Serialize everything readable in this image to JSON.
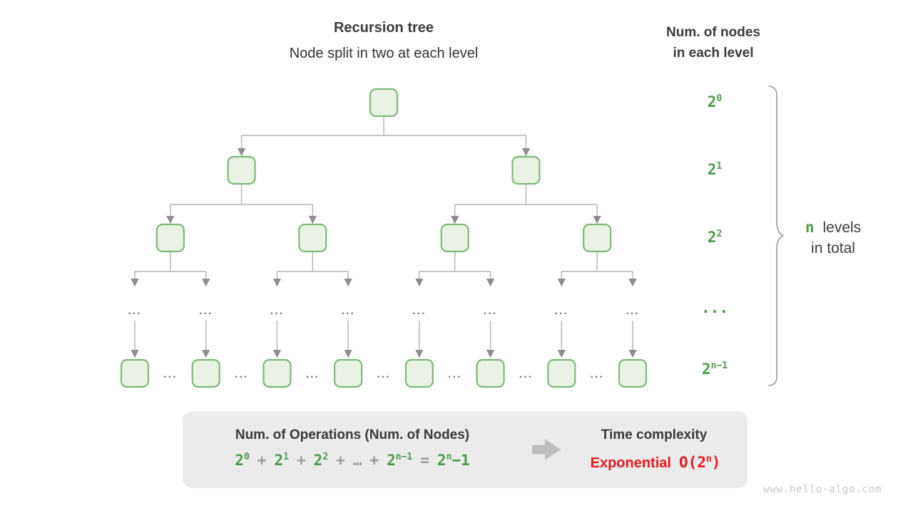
{
  "header": {
    "title": "Recursion tree",
    "subtitle": "Node split in two at each level"
  },
  "right_column": {
    "header_line1": "Num. of nodes",
    "header_line2": "in each level",
    "labels": [
      {
        "base": "2",
        "exp": "0"
      },
      {
        "base": "2",
        "exp": "1"
      },
      {
        "base": "2",
        "exp": "2"
      },
      {
        "base": "...",
        "exp": ""
      },
      {
        "base": "2",
        "exp": "n−1"
      }
    ]
  },
  "brace_note": {
    "highlight": "n",
    "line1_rest": "levels",
    "line2": "in total"
  },
  "tree": {
    "ellipsis": "...",
    "level_node_counts": [
      1,
      2,
      4,
      8
    ]
  },
  "summary_box": {
    "left_title": "Num. of Operations (Num. of Nodes)",
    "formula": [
      {
        "text": "2",
        "sup": "0",
        "color": "green"
      },
      {
        "text": "+",
        "color": "gray"
      },
      {
        "text": "2",
        "sup": "1",
        "color": "green"
      },
      {
        "text": "+",
        "color": "gray"
      },
      {
        "text": "2",
        "sup": "2",
        "color": "green"
      },
      {
        "text": "+",
        "color": "gray"
      },
      {
        "text": "…",
        "color": "gray"
      },
      {
        "text": "+",
        "color": "gray"
      },
      {
        "text": "2",
        "sup": "n−1",
        "color": "green"
      },
      {
        "text": "=",
        "color": "gray"
      },
      {
        "text": "2",
        "sup": "n",
        "tail": "−1",
        "color": "green"
      }
    ],
    "right_title": "Time complexity",
    "complexity_word": "Exponential",
    "big_o": {
      "open": "O(2",
      "sup": "n",
      "close": ")"
    }
  },
  "watermark": "www.hello-algo.com",
  "colors": {
    "green": "#4e9a4e",
    "red": "#e8191c",
    "node_fill": "#e9f2e4",
    "node_border": "#7fb87a",
    "line_gray": "#b3b3b3",
    "box_bg": "#ebebeb",
    "text_dark": "#3b3b3b"
  }
}
